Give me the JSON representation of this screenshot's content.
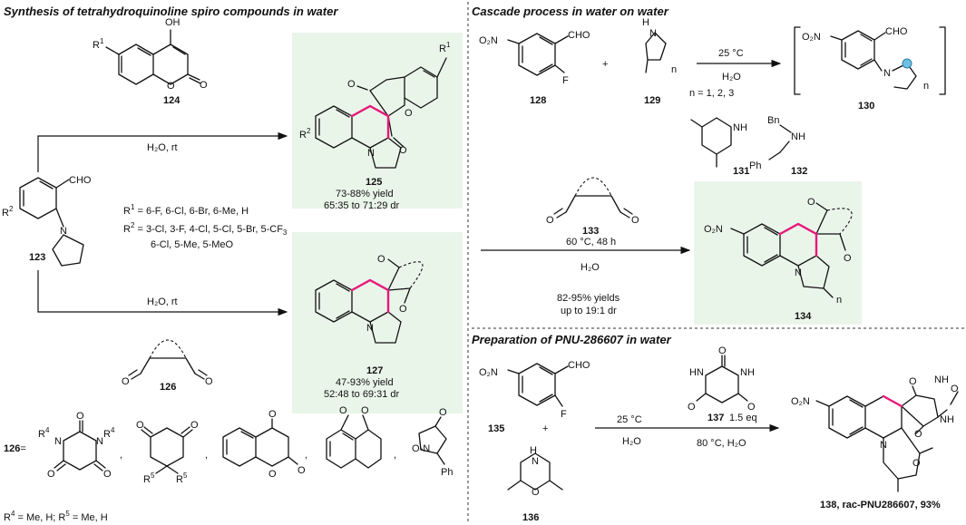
{
  "sections": {
    "left_title": "Synthesis of tetrahydroquinoline spiro compounds in water",
    "top_right_title": "Cascade process in water on water",
    "bottom_right_title": "Preparation of PNU-286607 in water"
  },
  "compounds": {
    "c123": "123",
    "c124": "124",
    "c125": "125",
    "c126": "126",
    "c126b": "126",
    "c127": "127",
    "c128": "128",
    "c129": "129",
    "c130": "130",
    "c131": "131",
    "c132": "132",
    "c133": "133",
    "c134": "134",
    "c135": "135",
    "c136": "136",
    "c137": "137",
    "c138": "138, rac-PNU286607, 93%"
  },
  "atoms": {
    "oh": "OH",
    "o": "O",
    "n": "N",
    "cho": "CHO",
    "o2n": "O₂N",
    "f": "F",
    "nh": "NH",
    "hn": "HN",
    "bn": "Bn",
    "ph": "Ph",
    "h": "H",
    "n_sub": "n",
    "eq": "=",
    "r1": "R",
    "r2": "R",
    "r4": "R",
    "r5": "R",
    "sup1": "1",
    "sup2": "2",
    "sup4": "4",
    "sup5": "5"
  },
  "conditions": {
    "h2o_rt_top": "H₂O, rt",
    "h2o_rt_bottom": "H₂O, rt",
    "r1_list": "= 6-F, 6-Cl, 6-Br, 6-Me, H",
    "r2_list_a": "= 3-Cl, 3-F, 4-Cl, 5-Cl, 5-Br, 5-CF",
    "r2_list_b": "6-Cl, 5-Me, 5-MeO",
    "cf3_sub": "3",
    "r4_r5_note": "= Me, H; R",
    "r5_tail": "= Me, H",
    "temp_25": "25 °C",
    "h2o": "H₂O",
    "n_values": "n = 1, 2, 3",
    "temp_60": "60 °C, 48 h",
    "h2o_mid": "H₂O",
    "yields_134": "82-95% yields",
    "dr_134": "up to 19:1 dr",
    "temp_25b": "25 °C",
    "h2o_b": "H₂O",
    "eq_137": "1.5 eq",
    "temp_80": "80 °C, H₂O"
  },
  "results": {
    "yield_125": "73-88% yield",
    "dr_125": "65:35 to 71:29 dr",
    "yield_127": "47-93% yield",
    "dr_127": "52:48 to 69:31 dr"
  }
}
